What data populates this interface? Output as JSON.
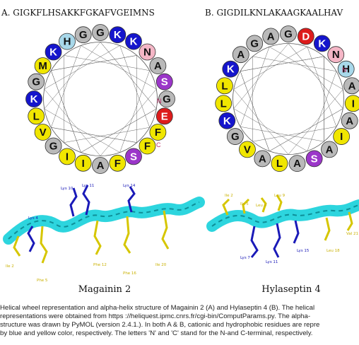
{
  "panel_a": {
    "sequence_label": "A. GIGKFLHSAKKFGKAFVGEIMNS",
    "wheel": [
      {
        "letter": "G",
        "color": "#b9b9b9"
      },
      {
        "letter": "K",
        "color": "#1515cc"
      },
      {
        "letter": "K",
        "color": "#1515cc"
      },
      {
        "letter": "N",
        "color": "#f4b6c6"
      },
      {
        "letter": "A",
        "color": "#b9b9b9"
      },
      {
        "letter": "S",
        "color": "#9b36c9"
      },
      {
        "letter": "G",
        "color": "#b9b9b9"
      },
      {
        "letter": "E",
        "color": "#dd1c1c"
      },
      {
        "letter": "F",
        "color": "#f0e600"
      },
      {
        "letter": "F",
        "color": "#f0e600"
      },
      {
        "letter": "S",
        "color": "#9b36c9"
      },
      {
        "letter": "F",
        "color": "#f0e600"
      },
      {
        "letter": "A",
        "color": "#b9b9b9"
      },
      {
        "letter": "I",
        "color": "#f0e600"
      },
      {
        "letter": "I",
        "color": "#f0e600"
      },
      {
        "letter": "G",
        "color": "#b9b9b9"
      },
      {
        "letter": "V",
        "color": "#f0e600"
      },
      {
        "letter": "L",
        "color": "#f0e600"
      },
      {
        "letter": "K",
        "color": "#1515cc"
      },
      {
        "letter": "G",
        "color": "#b9b9b9"
      },
      {
        "letter": "M",
        "color": "#f0e600"
      },
      {
        "letter": "K",
        "color": "#1515cc"
      },
      {
        "letter": "H",
        "color": "#a8d8ea"
      },
      {
        "letter": "G",
        "color": "#b9b9b9"
      }
    ],
    "n_term": "N",
    "c_term": "C",
    "structure_labels_blue": [
      "Lys 10",
      "Lys 11",
      "Lys 14",
      "Lys 4"
    ],
    "structure_labels_yellow": [
      "Ile 2",
      "Phe 5",
      "Phe 12",
      "Phe 16",
      "Ile 20"
    ],
    "name": "Magainin 2"
  },
  "panel_b": {
    "sequence_label": "B. GIGDILKNLAKAAGKAALHAV",
    "wheel": [
      {
        "letter": "G",
        "color": "#b9b9b9"
      },
      {
        "letter": "D",
        "color": "#dd1c1c"
      },
      {
        "letter": "K",
        "color": "#1515cc"
      },
      {
        "letter": "N",
        "color": "#f4b6c6"
      },
      {
        "letter": "H",
        "color": "#a8d8ea"
      },
      {
        "letter": "A",
        "color": "#b9b9b9"
      },
      {
        "letter": "I",
        "color": "#f0e600"
      },
      {
        "letter": "A",
        "color": "#b9b9b9"
      },
      {
        "letter": "I",
        "color": "#f0e600"
      },
      {
        "letter": "A",
        "color": "#b9b9b9"
      },
      {
        "letter": "S",
        "color": "#9b36c9"
      },
      {
        "letter": "A",
        "color": "#b9b9b9"
      },
      {
        "letter": "L",
        "color": "#f0e600"
      },
      {
        "letter": "A",
        "color": "#b9b9b9"
      },
      {
        "letter": "V",
        "color": "#f0e600"
      },
      {
        "letter": "G",
        "color": "#b9b9b9"
      },
      {
        "letter": "K",
        "color": "#1515cc"
      },
      {
        "letter": "L",
        "color": "#f0e600"
      },
      {
        "letter": "L",
        "color": "#f0e600"
      },
      {
        "letter": "K",
        "color": "#1515cc"
      },
      {
        "letter": "A",
        "color": "#b9b9b9"
      },
      {
        "letter": "G",
        "color": "#b9b9b9"
      },
      {
        "letter": "A",
        "color": "#b9b9b9"
      }
    ],
    "n_term": "N",
    "structure_labels_yellow": [
      "Ile 2",
      "Ile 5",
      "Leu 6",
      "Leu 9",
      "Val 21",
      "Leu 18"
    ],
    "structure_labels_blue": [
      "Lys 7",
      "Lys 11",
      "Lys 15"
    ],
    "name": "Hylaseptin 4"
  },
  "caption_lines": [
    "Helical wheel representation and alpha-helix structure of Magainin 2 (A) and Hylaseptin 4 (B). The helical",
    "representations were obtained from https ://heliquest.ipmc.cnrs.fr/cgi-bin/ComputParams.py. The alpha-",
    "structure was drawn by PyMOL (version 2.4.1.). In both A & B, cationic and hydrophobic residues are repre",
    "by blue and yellow color, respectively. The letters 'N' and 'C' stand for the N-and C-terminal, respectively."
  ],
  "colors": {
    "cationic": "#1515cc",
    "hydrophobic": "#f0e600",
    "helix": "#22d3dc"
  }
}
